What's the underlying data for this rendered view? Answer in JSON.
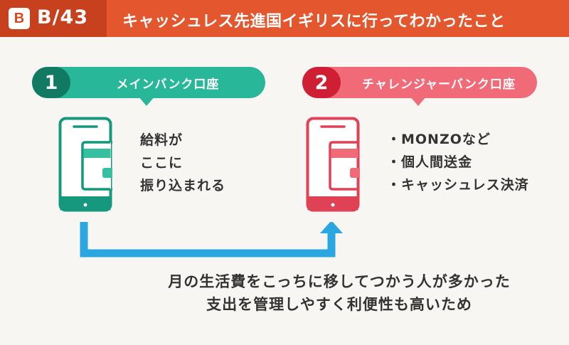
{
  "header": {
    "badge_letter": "B",
    "section_number": "B/43",
    "title": "キャッシュレス先進国イギリスに行ってわかったこと",
    "colors": {
      "primary": "#e4572e",
      "dark": "#c8411f"
    }
  },
  "left_account": {
    "number": "1",
    "label": "メインバンク口座",
    "color": "#29b79a",
    "lines": [
      "給料が",
      "ここに",
      "振り込まれる"
    ],
    "icon": "smartphone-card-icon"
  },
  "right_account": {
    "number": "2",
    "label": "チャレンジャーバンク口座",
    "color": "#f06a77",
    "bullets": [
      "・MONZOなど",
      "・個人間送金",
      "・キャッシュレス決済"
    ],
    "icon": "smartphone-card-icon"
  },
  "flow": {
    "color": "#2aa6e0",
    "icon": "transfer-arrow"
  },
  "caption": {
    "line1": "月の生活費をこっちに移してつかう人が多かった",
    "line2": "支出を管理しやすく利便性も高いため"
  }
}
